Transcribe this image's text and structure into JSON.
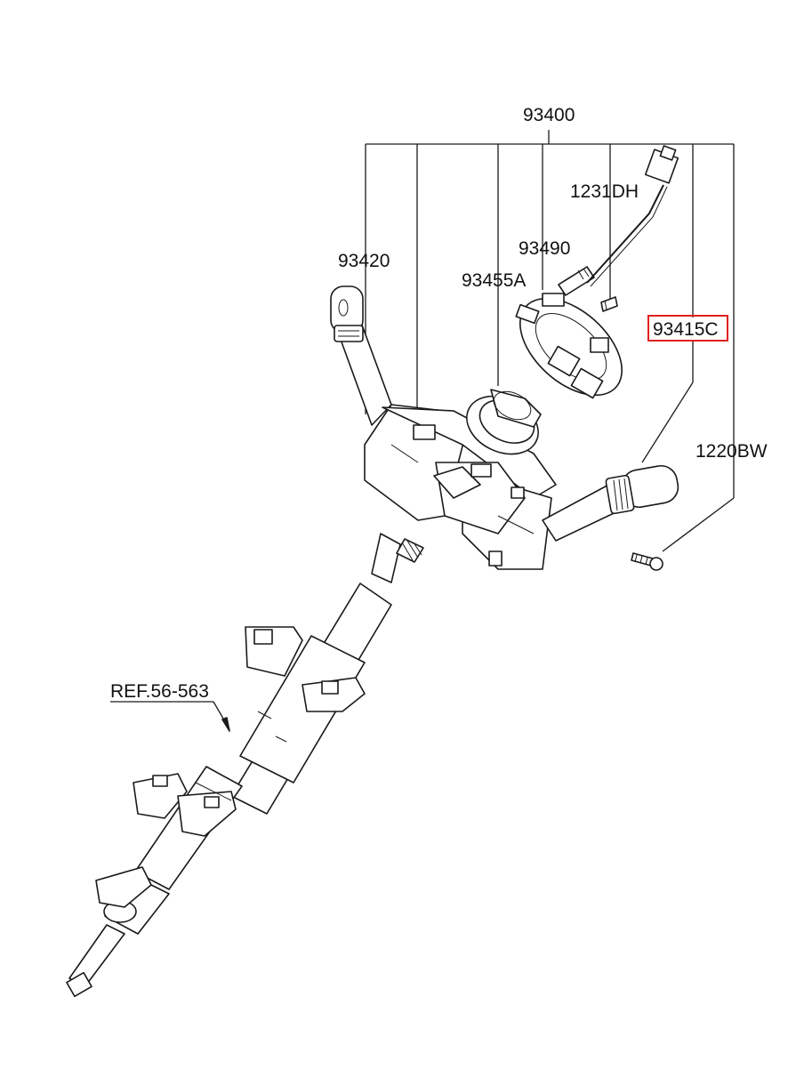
{
  "diagram": {
    "highlight_color": "#e0201c",
    "labels": {
      "part_93400": "93400",
      "part_1231dh": "1231DH",
      "part_93490": "93490",
      "part_93420": "93420",
      "part_93455a": "93455A",
      "part_93415c": "93415C",
      "part_1220bw": "1220BW",
      "ref": "REF.56-563"
    },
    "highlighted_part": "93415C"
  }
}
